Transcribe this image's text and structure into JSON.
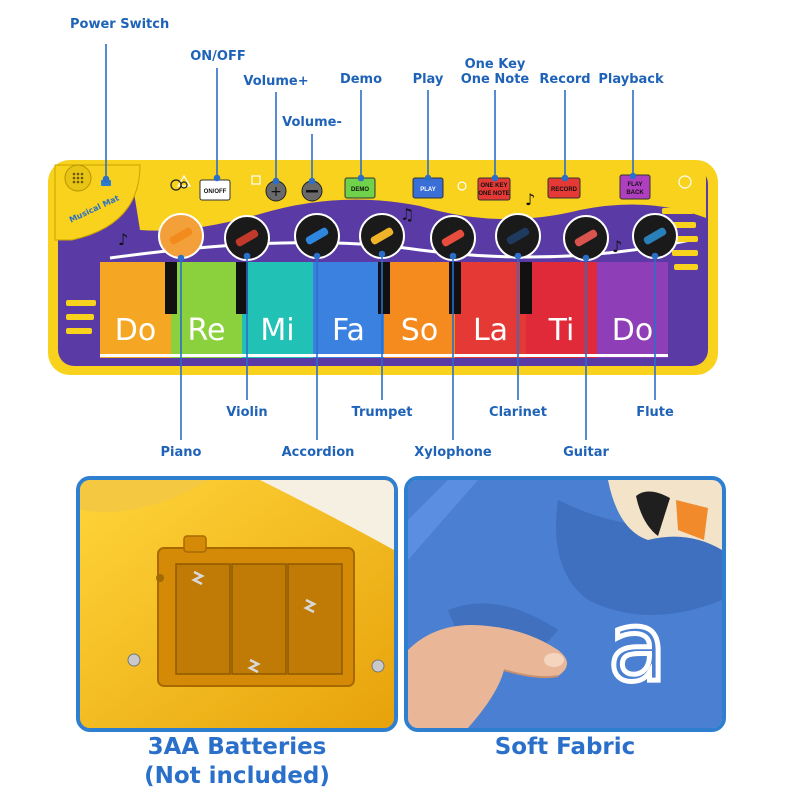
{
  "callouts": {
    "power_switch": "Power Switch",
    "on_off": "ON/OFF",
    "volume_up": "Volume+",
    "volume_down": "Volume-",
    "demo": "Demo",
    "play": "Play",
    "one_key_line1": "One Key",
    "one_key_line2": "One Note",
    "record": "Record",
    "playback": "Playback",
    "piano": "Piano",
    "violin": "Violin",
    "accordion": "Accordion",
    "trumpet": "Trumpet",
    "xylophone": "Xylophone",
    "clarinet": "Clarinet",
    "guitar": "Guitar",
    "flute": "Flute"
  },
  "mat": {
    "badge_text": "Musical Mat",
    "buttons": [
      "ON/OFF",
      "DEMO",
      "PLAY",
      "ONE KEY ONE NOTE",
      "RECORD",
      "FLAY BACK"
    ],
    "button_colors": [
      "#ffffff",
      "#6fd24a",
      "#3a6fd8",
      "#e53935",
      "#e53935",
      "#b03fbf"
    ],
    "keys": [
      {
        "label": "Do",
        "color": "#f5a623"
      },
      {
        "label": "Re",
        "color": "#8bd13e"
      },
      {
        "label": "Mi",
        "color": "#22c1b5"
      },
      {
        "label": "Fa",
        "color": "#3b82e0"
      },
      {
        "label": "So",
        "color": "#f58a1f"
      },
      {
        "label": "La",
        "color": "#e53935"
      },
      {
        "label": "Ti",
        "color": "#e02a3a"
      },
      {
        "label": "Do",
        "color": "#8e3fb8"
      }
    ],
    "accent_yellow": "#f8d21c",
    "mat_purple": "#5a3ba6"
  },
  "captions": {
    "batteries_line1": "3AA Batteries",
    "batteries_line2": "(Not included)",
    "fabric": "Soft Fabric"
  },
  "photos": {
    "fabric_letter": "a"
  }
}
